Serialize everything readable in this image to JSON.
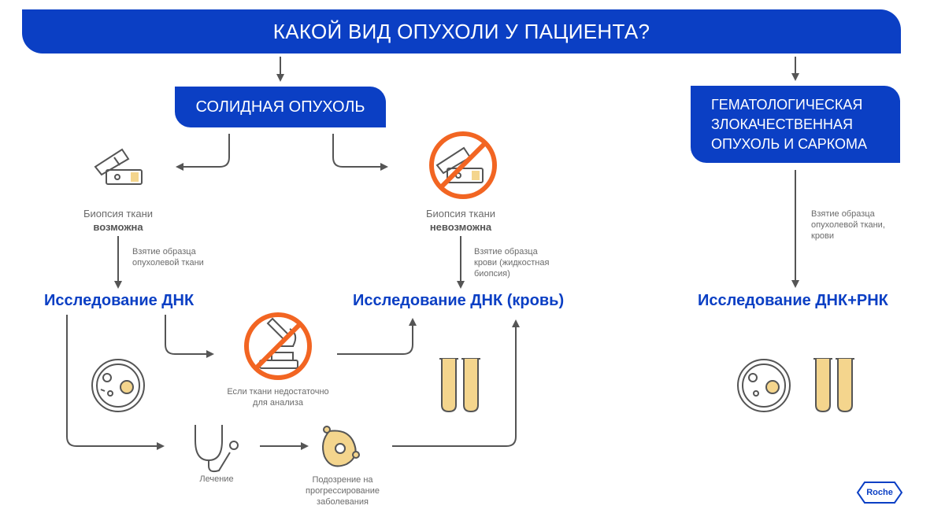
{
  "header": {
    "question": "КАКОЙ ВИД ОПУХОЛИ У ПАЦИЕНТА?"
  },
  "solid": {
    "label": "СОЛИДНАЯ ОПУХОЛЬ"
  },
  "heme": {
    "line1": "ГЕМАТОЛОГИЧЕСКАЯ",
    "line2": "ЗЛОКАЧЕСТВЕННАЯ",
    "line3": "ОПУХОЛЬ И САРКОМА"
  },
  "left_branch": {
    "caption_top": "Биопсия ткани",
    "caption_bold": "возможна",
    "sample_line1": "Взятие образца",
    "sample_line2": "опухолевой ткани",
    "result": "Исследование ДНК"
  },
  "right_branch": {
    "caption_top": "Биопсия ткани",
    "caption_bold": "невозможна",
    "sample_line1": "Взятие образца",
    "sample_line2": "крови (жидкостная",
    "sample_line3": "биопсия)",
    "result": "Исследование ДНК (кровь)"
  },
  "heme_branch": {
    "sample_line1": "Взятие образца",
    "sample_line2": "опухолевой ткани,",
    "sample_line3": "крови",
    "result": "Исследование ДНК+РНК"
  },
  "insufficient": {
    "line1": "Если ткани недостаточно",
    "line2": "для анализа"
  },
  "treatment": {
    "label": "Лечение"
  },
  "progression": {
    "line1": "Подозрение на",
    "line2": "прогрессирование",
    "line3": "заболевания"
  },
  "brand": {
    "logo_text": "Roche"
  },
  "colors": {
    "primary": "#0b3fc4",
    "accent_orange": "#f26522",
    "tube_fill": "#f4d58d",
    "gray": "#6b6b6b"
  },
  "icons": [
    "sample-tube-icon",
    "no-biopsy-icon",
    "petri-dish-icon",
    "no-microscope-icon",
    "blood-tubes-icon",
    "stethoscope-icon",
    "cancer-cell-icon"
  ]
}
